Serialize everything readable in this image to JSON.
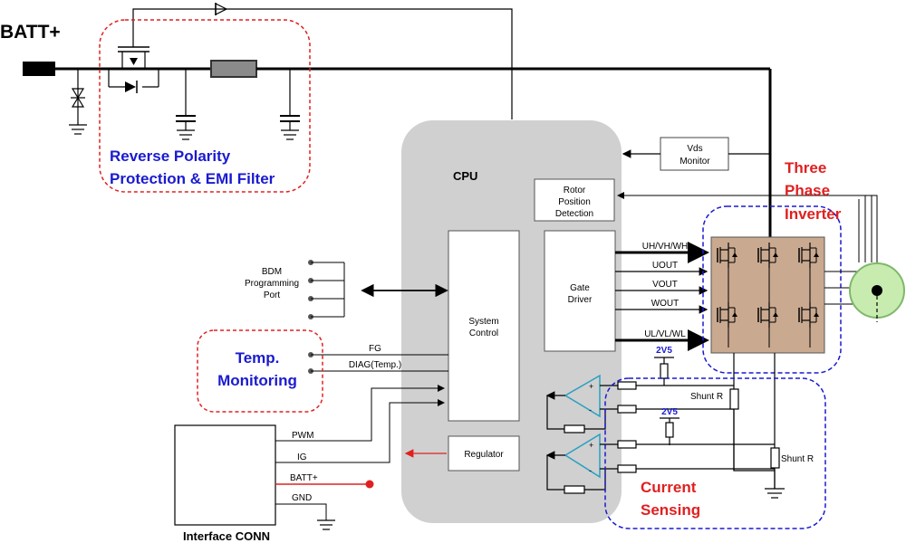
{
  "labels": {
    "batt_plus": "BATT+",
    "reverse_polarity_l1": "Reverse Polarity",
    "reverse_polarity_l2": "Protection & EMI Filter",
    "cpu": "CPU",
    "vds_l1": "Vds",
    "vds_l2": "Monitor",
    "three_phase_l1": "Three",
    "three_phase_l2": "Phase",
    "three_phase_l3": "Inverter",
    "rotor_l1": "Rotor",
    "rotor_l2": "Position",
    "rotor_l3": "Detection",
    "gate_l1": "Gate",
    "gate_l2": "Driver",
    "system_l1": "System",
    "system_l2": "Control",
    "regulator": "Regulator",
    "bdm_l1": "BDM",
    "bdm_l2": "Programming",
    "bdm_l3": "Port",
    "temp_l1": "Temp.",
    "temp_l2": "Monitoring",
    "fg": "FG",
    "diag": "DIAG(Temp.)",
    "pwm": "PWM",
    "ig": "IG",
    "batt_conn": "BATT+",
    "gnd": "GND",
    "interface_conn": "Interface CONN",
    "uh": "UH/VH/WH",
    "uout": "UOUT",
    "vout": "VOUT",
    "wout": "WOUT",
    "ul": "UL/VL/WL",
    "v2v5_a": "2V5",
    "v2v5_b": "2V5",
    "shunt_a": "Shunt R",
    "shunt_b": "Shunt R",
    "current_l1": "Current",
    "current_l2": "Sensing"
  },
  "colors": {
    "red_label": "#e02020",
    "blue_label": "#1a1ad0",
    "dash_red": "#e02020",
    "dash_blue": "#1a1ad0",
    "cpu_fill": "#d0d0d0",
    "inverter_fill": "#c9a98f",
    "motor_fill": "#c8ecb0",
    "opamp_stroke": "#2aa0c0"
  }
}
